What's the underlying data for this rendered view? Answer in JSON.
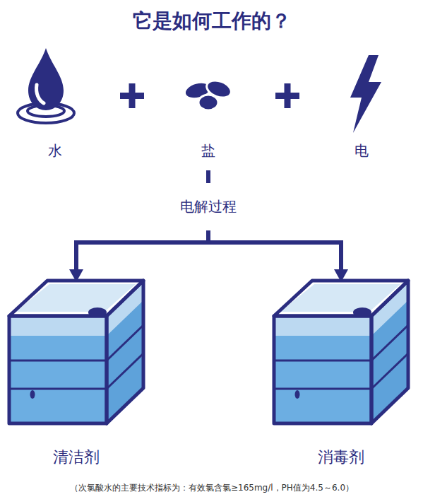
{
  "diagram": {
    "title": "它是如何工作的？",
    "caption": "（次氯酸水的主要技术指标为：有效氯含氯≥165mg/l，PH值为4.5～6.0）",
    "nodes": [
      {
        "text": [
          "水"
        ]
      },
      {
        "text": [
          "盐"
        ]
      },
      {
        "text": [
          "电"
        ]
      },
      {
        "text": [
          "清洁剂"
        ]
      },
      {
        "text": [
          "消毒剂"
        ]
      }
    ],
    "edges": [
      {
        "from": 1,
        "to": 3,
        "arrow": "to"
      },
      {
        "from": 1,
        "to": 4,
        "arrow": "to"
      }
    ],
    "labels": [
      "电解过程"
    ]
  }
}
